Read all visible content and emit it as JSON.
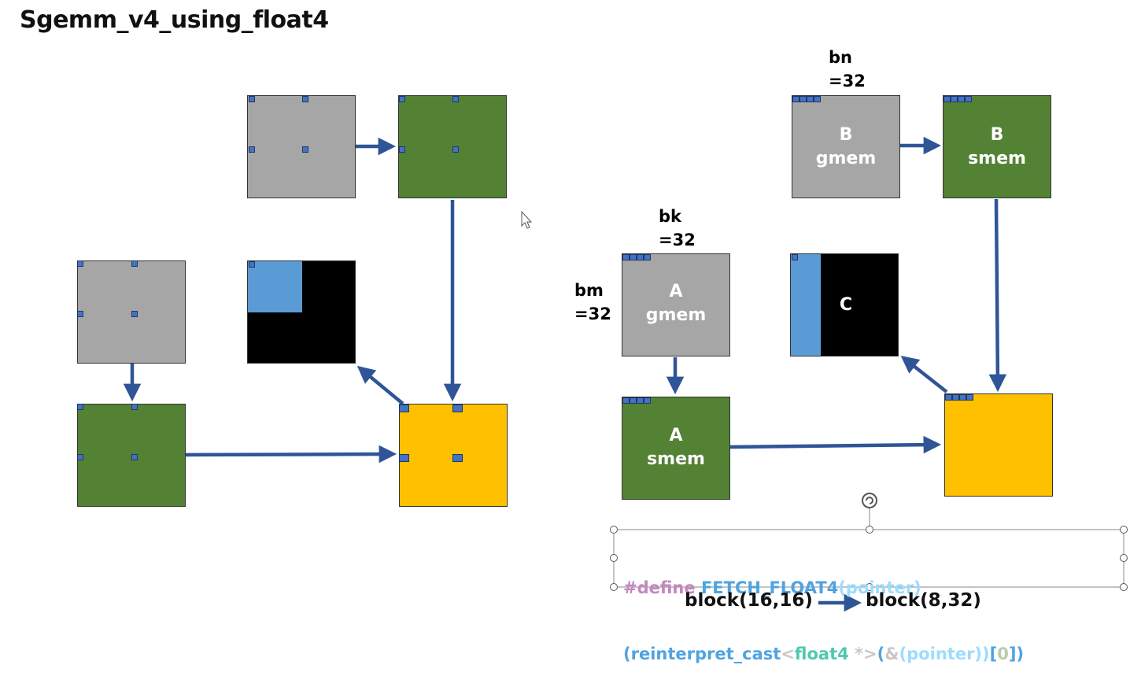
{
  "title": "Sgemm_v4_using_float4",
  "right_diagram": {
    "b_gmem_label": [
      "B",
      "gmem"
    ],
    "b_smem_label": [
      "B",
      "smem"
    ],
    "a_gmem_label": [
      "A",
      "gmem"
    ],
    "a_smem_label": [
      "A",
      "smem"
    ],
    "c_label": "C",
    "bn_label": [
      "bn",
      "=32"
    ],
    "bk_label": [
      "bk",
      "=32"
    ],
    "bm_label": [
      "bm",
      "=32"
    ]
  },
  "code": {
    "line1_define": "#define",
    "line1_macro": "FETCH_FLOAT4",
    "line1_arg": "(pointer)",
    "line2_a": "(reinterpret_cast",
    "line2_b": "<",
    "line2_c": "float4",
    "line2_d": " *>",
    "line2_e": "(",
    "line2_f": "&",
    "line2_g": "(pointer))",
    "line2_h": "[",
    "line2_i": "0",
    "line2_j": "])"
  },
  "block_change": {
    "from": "block(16,16)",
    "to": "block(8,32)"
  },
  "colors": {
    "gray": "#a6a6a6",
    "green": "#548235",
    "yellow": "#ffc000",
    "black": "#000000",
    "light_blue": "#5b9bd5",
    "arrow": "#2f5597",
    "marker": "#4472c4"
  }
}
